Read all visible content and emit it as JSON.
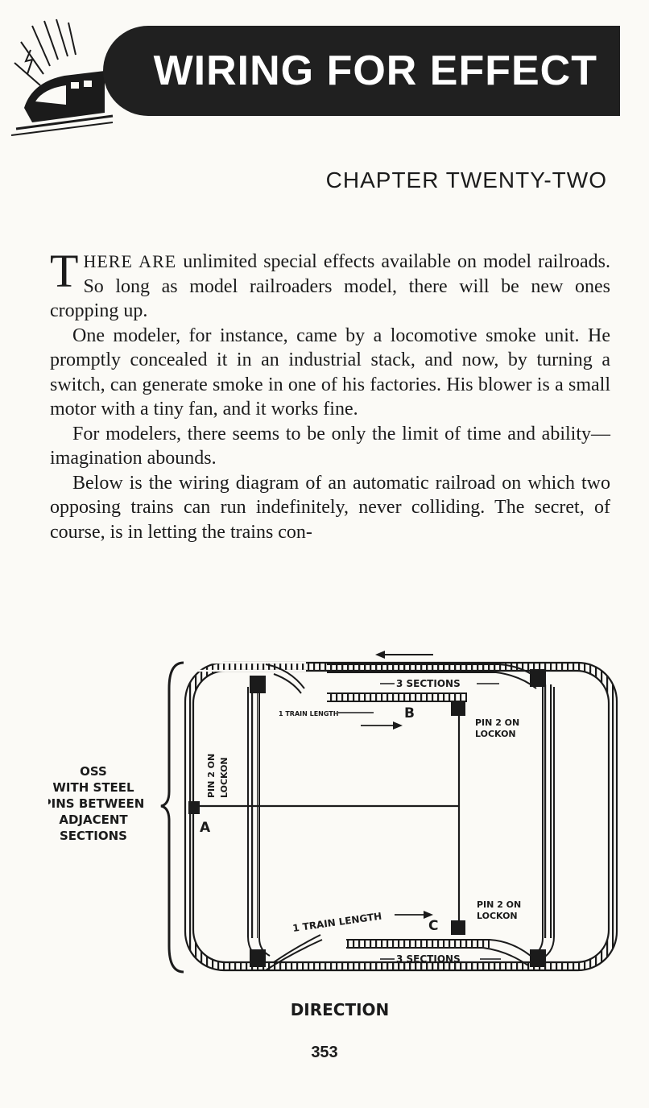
{
  "header": {
    "title": "WIRING FOR EFFECT",
    "logo_icon": "speeding-locomotive-icon"
  },
  "chapter_label": "CHAPTER TWENTY-TWO",
  "paragraphs": {
    "p1_dropcap": "T",
    "p1_lead": "HERE ARE",
    "p1_rest": " unlimited special effects available on model railroads. So long as model railroaders model, there will be new ones cropping up.",
    "p2": "One modeler, for instance, came by a locomotive smoke unit. He promptly concealed it in an industrial stack, and now, by turning a switch, can generate smoke in one of his factories. His blower is a small motor with a tiny fan, and it works fine.",
    "p3": "For modelers, there seems to be only the limit of time and ability—imagination abounds.",
    "p4": "Below is the wiring diagram of an automatic railroad on which two opposing trains can run indefinitely, never colliding. The secret, of course, is in letting the trains con-"
  },
  "diagram": {
    "oss_label": [
      "OSS",
      "WITH STEEL",
      "PINS BETWEEN",
      "ADJACENT",
      "SECTIONS"
    ],
    "sections_top": "3 SECTIONS",
    "sections_bottom": "3 SECTIONS",
    "train_length_top": "1 TRAIN LENGTH",
    "train_length_bottom": "1 TRAIN LENGTH",
    "label_a": "A",
    "label_b": "B",
    "label_c": "C",
    "pin_left": [
      "PIN 2 ON",
      "LOCKON"
    ],
    "pin_b": [
      "PIN 2 ON",
      "LOCKON"
    ],
    "pin_c": [
      "PIN 2 ON",
      "LOCKON"
    ],
    "direction": "DIRECTION"
  },
  "page_number": "353"
}
